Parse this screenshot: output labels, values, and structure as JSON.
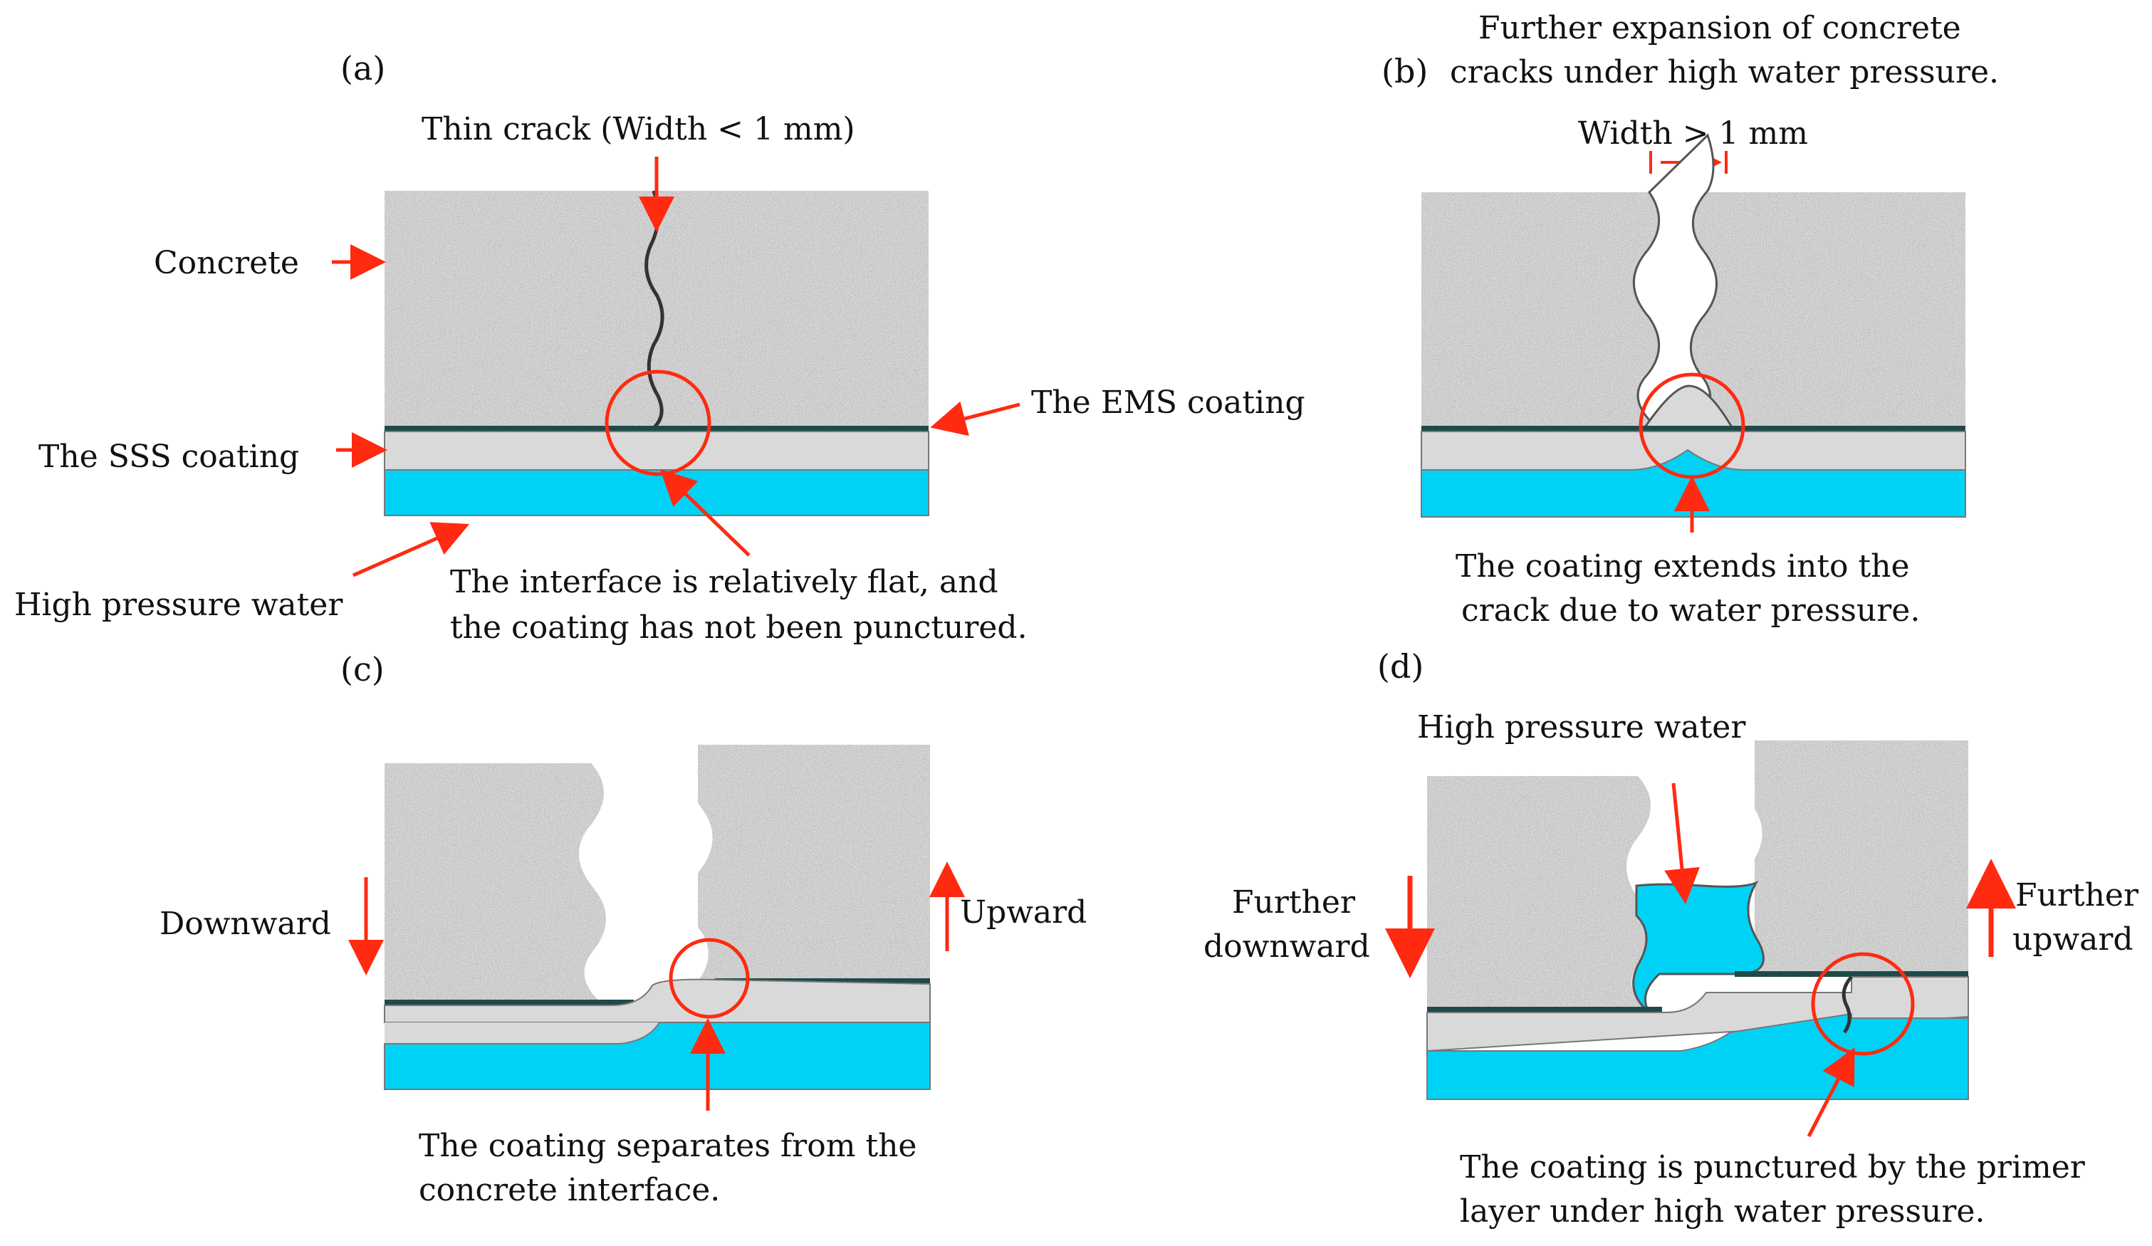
{
  "colors": {
    "concrete_dark": "#3a3a3a",
    "concrete_light": "#bdbdbd",
    "sss_coating": "#d9d9d9",
    "ems_coating": "#1e4a4a",
    "water": "#00d2f5",
    "arrow": "#ff2a10",
    "circle": "#ff2a10"
  },
  "panels": {
    "a": {
      "tag": "(a)",
      "crack_label": "Thin crack (Width < 1 mm)",
      "concrete_label": "Concrete",
      "ems_label": "The EMS coating",
      "sss_label": "The SSS coating",
      "water_label": "High pressure water",
      "note_line1": "The interface is relatively flat, and",
      "note_line2": "the coating has not been punctured."
    },
    "b": {
      "tag": "(b)",
      "title_line1": "Further expansion of concrete",
      "title_line2": "cracks under high water pressure.",
      "width_label": "Width > 1 mm",
      "note_line1": "The coating extends into the",
      "note_line2": "crack due to water pressure."
    },
    "c": {
      "tag": "(c)",
      "left_label": "Downward",
      "right_label": "Upward",
      "note_line1": "The coating separates from the",
      "note_line2": "concrete interface."
    },
    "d": {
      "tag": "(d)",
      "water_label": "High pressure water",
      "left_label_line1": "Further",
      "left_label_line2": "downward",
      "right_label_line1": "Further",
      "right_label_line2": "upward",
      "note_line1": "The coating is punctured by the primer",
      "note_line2": "layer under high water pressure."
    }
  }
}
